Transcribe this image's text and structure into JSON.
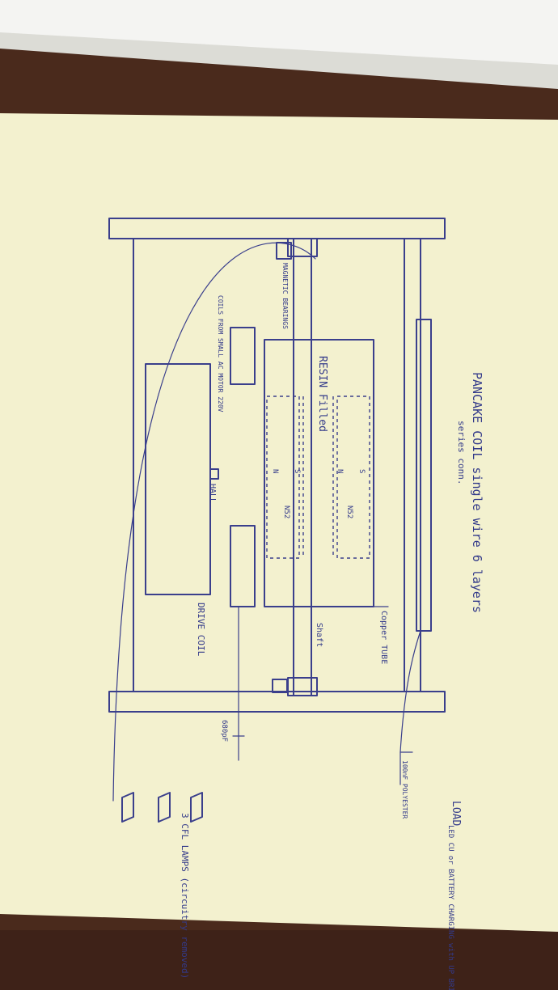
{
  "title": "PANCAKE COIL single wire 6 layers",
  "subtitle": "series conn.",
  "labels": {
    "magnetic_bearings": "MAGNETIC BEARINGS",
    "coils_from": "COILS FROM SMALL AC MOTOR 220V",
    "resin": "RESIN Filled",
    "hall": "HALL",
    "drive_coil": "DRIVE COIL",
    "copper_tube": "Copper TUBE",
    "shaft": "Shaft",
    "cap1": "680pF",
    "cap2": "100nF POLYESTER",
    "load": "LOAD",
    "load_desc": "LED CU or BATTERY CHARGING with UP BRIDGE RECT.",
    "lamps": "3 CFL LAMPS (circuitry removed)",
    "magnet_top_s": "S",
    "magnet_top_n": "N",
    "magnet_top_ns": "N52",
    "magnet_bot_s": "S",
    "magnet_bot_n": "N",
    "magnet_bot_ns": "N52"
  },
  "colors": {
    "paper": "#f3f1cf",
    "ink": "#3a3f8c",
    "table": "#4a2a1c"
  }
}
